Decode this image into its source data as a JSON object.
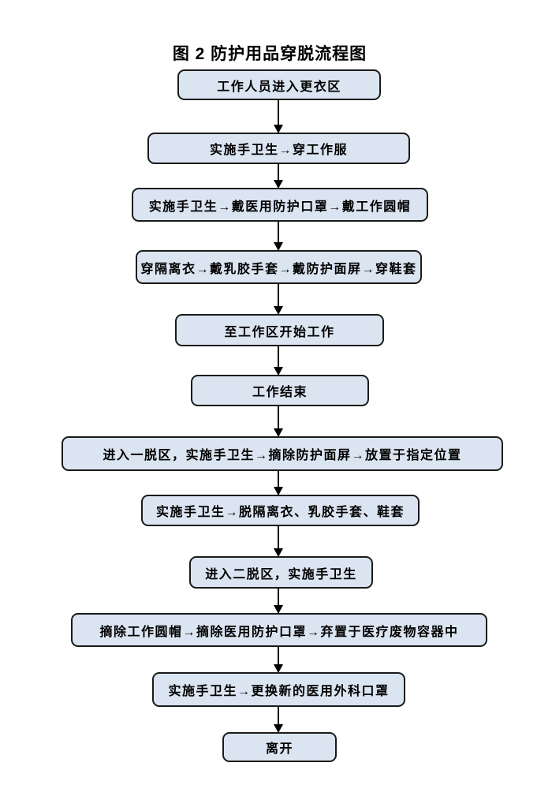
{
  "title": "图 2 防护用品穿脱流程图",
  "flowchart": {
    "type": "flowchart",
    "direction": "top-to-bottom",
    "node_fill": "#dbe5f1",
    "node_border": "#1a1a1a",
    "arrow_color": "#000000",
    "steps": [
      {
        "label": "工作人员进入更衣区"
      },
      {
        "label": "实施手卫生→穿工作服"
      },
      {
        "label": "实施手卫生→戴医用防护口罩→戴工作圆帽"
      },
      {
        "label": "穿隔离衣→戴乳胶手套→戴防护面屏→穿鞋套"
      },
      {
        "label": "至工作区开始工作"
      },
      {
        "label": "工作结束"
      },
      {
        "label": "进入一脱区，实施手卫生→摘除防护面屏→放置于指定位置"
      },
      {
        "label": "实施手卫生→脱隔离衣、乳胶手套、鞋套"
      },
      {
        "label": "进入二脱区，实施手卫生"
      },
      {
        "label": "摘除工作圆帽→摘除医用防护口罩→弃置于医疗废物容器中"
      },
      {
        "label": "实施手卫生→更换新的医用外科口罩"
      },
      {
        "label": "离开"
      }
    ]
  }
}
